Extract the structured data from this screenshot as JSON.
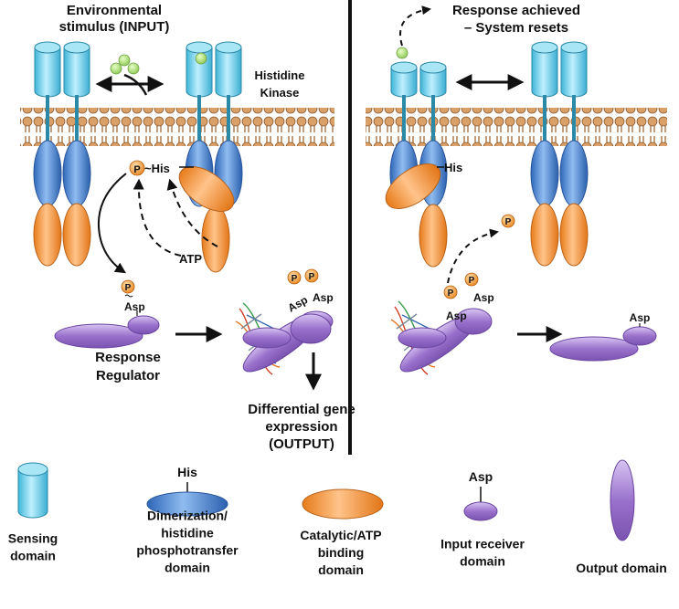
{
  "labels": {
    "env_line1": "Environmental",
    "env_line2": "stimulus (INPUT)",
    "hk_line1": "Histidine",
    "hk_line2": "Kinase",
    "resp_line1": "Response achieved",
    "resp_line2": "– System resets",
    "phospho": "P",
    "his_tilde": "~His",
    "his": "His",
    "atp": "ATP",
    "asp": "Asp",
    "rr_line1": "Response",
    "rr_line2": "Regulator",
    "dge_line1": "Differential gene",
    "dge_line2": "expression",
    "dge_line3": "(OUTPUT)"
  },
  "legend": {
    "sensing": "Sensing\ndomain",
    "dhp_his": "His",
    "dhp": "Dimerization/\nhistidine\nphosphotransfer\ndomain",
    "catalytic": "Catalytic/ATP\nbinding\ndomain",
    "receiver_asp": "Asp",
    "receiver": "Input receiver\ndomain",
    "output": "Output domain"
  },
  "colors": {
    "sensing": "#7fd6ec",
    "dhp": "#4a86d8",
    "catalytic": "#f59a3c",
    "receiver": "#9b72c8",
    "membrane": "#c88b4f",
    "ligand": "#a6d870",
    "phosphate": "#f0a040"
  }
}
